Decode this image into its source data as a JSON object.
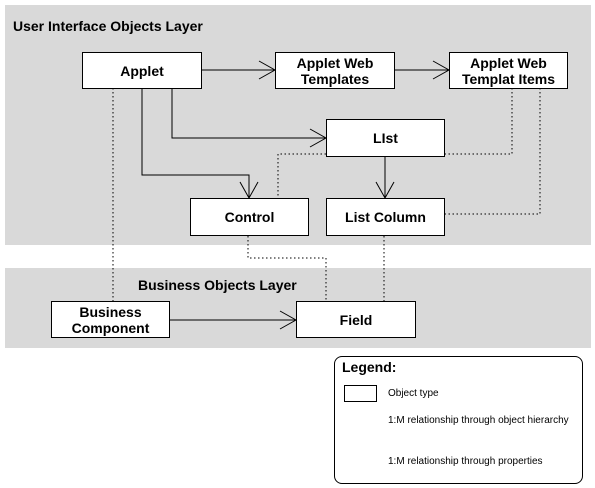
{
  "layers": {
    "ui": {
      "title": "User Interface Objects Layer"
    },
    "business": {
      "title": "Business Objects Layer"
    }
  },
  "objects": {
    "applet": "Applet",
    "applet_web_templates": "Applet Web\nTemplates",
    "applet_web_template_items": "Applet Web\nTemplat Items",
    "list": "LIst",
    "control": "Control",
    "list_column": "List Column",
    "business_component": "Business\nComponent",
    "field": "Field"
  },
  "legend": {
    "title": "Legend:",
    "object_type": "Object type",
    "hierarchy": "1:M relationship through object hierarchy",
    "properties": "1:M relationship through properties"
  }
}
